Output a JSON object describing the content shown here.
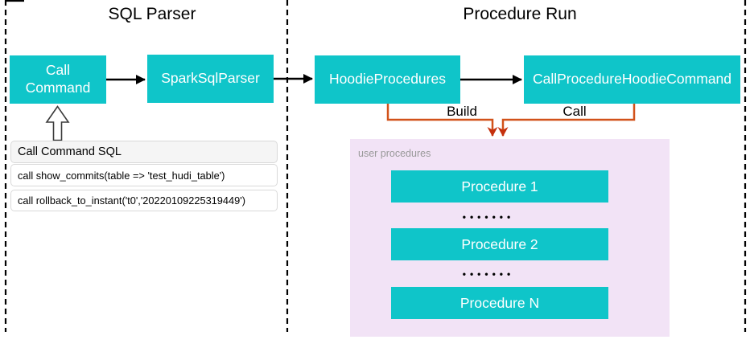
{
  "sections": [
    {
      "title": "SQL Parser"
    },
    {
      "title": "Procedure Run"
    }
  ],
  "nodes": {
    "call_command": {
      "label": "Call Command"
    },
    "spark_sql_parser": {
      "label": "SparkSqlParser"
    },
    "hoodie_procedures": {
      "label": "HoodieProcedures"
    },
    "call_procedure_hoodie_command": {
      "label": "CallProcedureHoodieCommand"
    }
  },
  "edges": {
    "build_label": "Build",
    "call_label": "Call"
  },
  "sql_panel": {
    "header": "Call Command SQL",
    "rows": [
      "call show_commits(table => 'test_hudi_table')",
      "call rollback_to_instant('t0','20220109225319449')"
    ]
  },
  "user_procedures": {
    "label": "user procedures",
    "items": [
      "Procedure 1",
      "Procedure 2",
      "Procedure N"
    ],
    "separator_dots": "•••••••"
  },
  "colors": {
    "node_fill": "#0fc5c9",
    "node_text": "#ffffff",
    "connector_orange": "#d2521a",
    "arrowhead_red": "#c5310e",
    "black_arrow": "#000000",
    "user_procedures_fill": "#f2e3f6",
    "user_procedures_label": "#999999",
    "panel_header_fill": "#f5f5f5",
    "panel_border": "#d9d9d9"
  }
}
